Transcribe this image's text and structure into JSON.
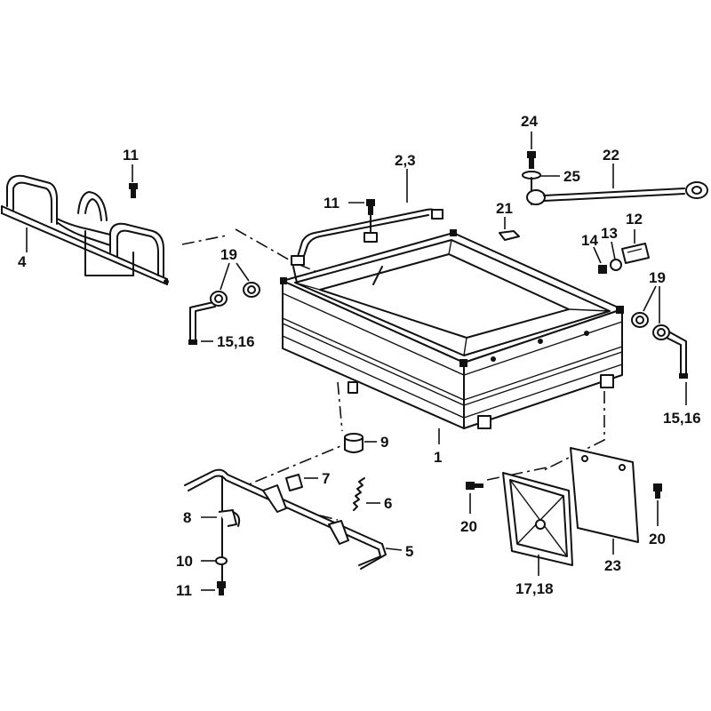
{
  "callouts": {
    "c1": "1",
    "c2_3": "2,3",
    "c4": "4",
    "c5": "5",
    "c6": "6",
    "c7": "7",
    "c8": "8",
    "c9": "9",
    "c10": "10",
    "c11_a": "11",
    "c11_b": "11",
    "c11_c": "11",
    "c12": "12",
    "c13": "13",
    "c14": "14",
    "c15_16_a": "15,16",
    "c15_16_b": "15,16",
    "c17_18": "17,18",
    "c19_a": "19",
    "c19_b": "19",
    "c20_a": "20",
    "c20_b": "20",
    "c21": "21",
    "c22": "22",
    "c23": "23",
    "c24": "24",
    "c25": "25"
  }
}
